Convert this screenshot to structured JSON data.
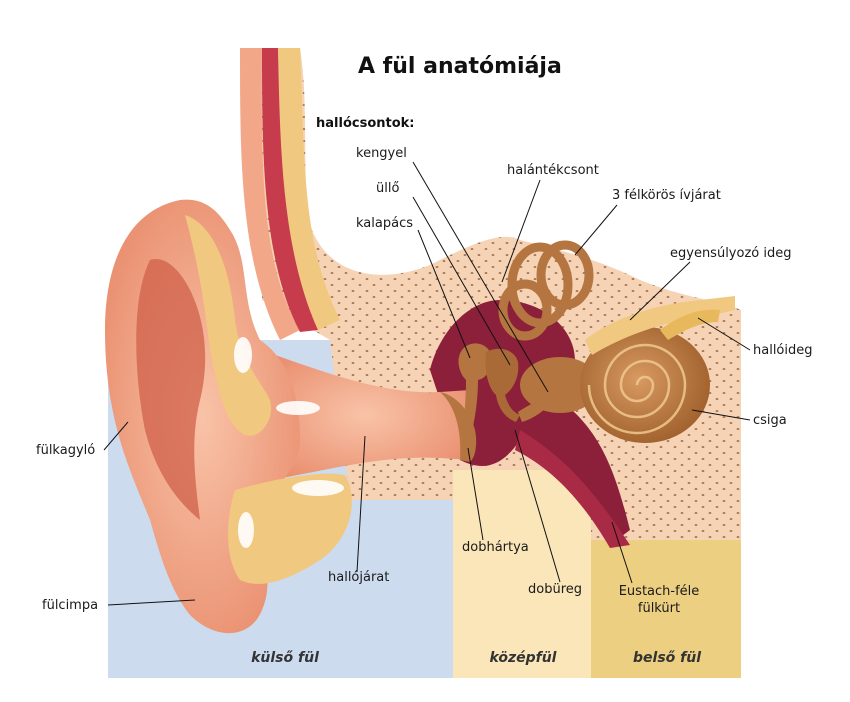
{
  "title": "A fül anatómiája",
  "ossicles_heading": "hallócsontok:",
  "labels": {
    "kengyel": "kengyel",
    "ullo": "üllő",
    "kalapacs": "kalapács",
    "halantekcsont": "halántékcsont",
    "felkoros": "3 félkörös ívjárat",
    "egyensulyozo": "egyensúlyozó ideg",
    "halloideg": "hallóideg",
    "csiga": "csiga",
    "fulkagylo": "fülkagyló",
    "fulcimpa": "fülcimpa",
    "hallojarat": "hallójárat",
    "dobhartya": "dobhártya",
    "dobureg": "dobüreg",
    "eustach": "Eustach-féle",
    "fulkurt": "fülkürt"
  },
  "regions": {
    "kulso": "külső fül",
    "kozep": "középfül",
    "belso": "belső fül"
  },
  "colors": {
    "outer_bg": "#ccdcee",
    "middle_bg": "#fae6b8",
    "inner_bg": "#eccf80",
    "bone": "#f6d3b4",
    "skin": "#f2a789",
    "cartilage": "#f1c880",
    "cavity": "#8c1f3a",
    "ossicle": "#b47540"
  }
}
